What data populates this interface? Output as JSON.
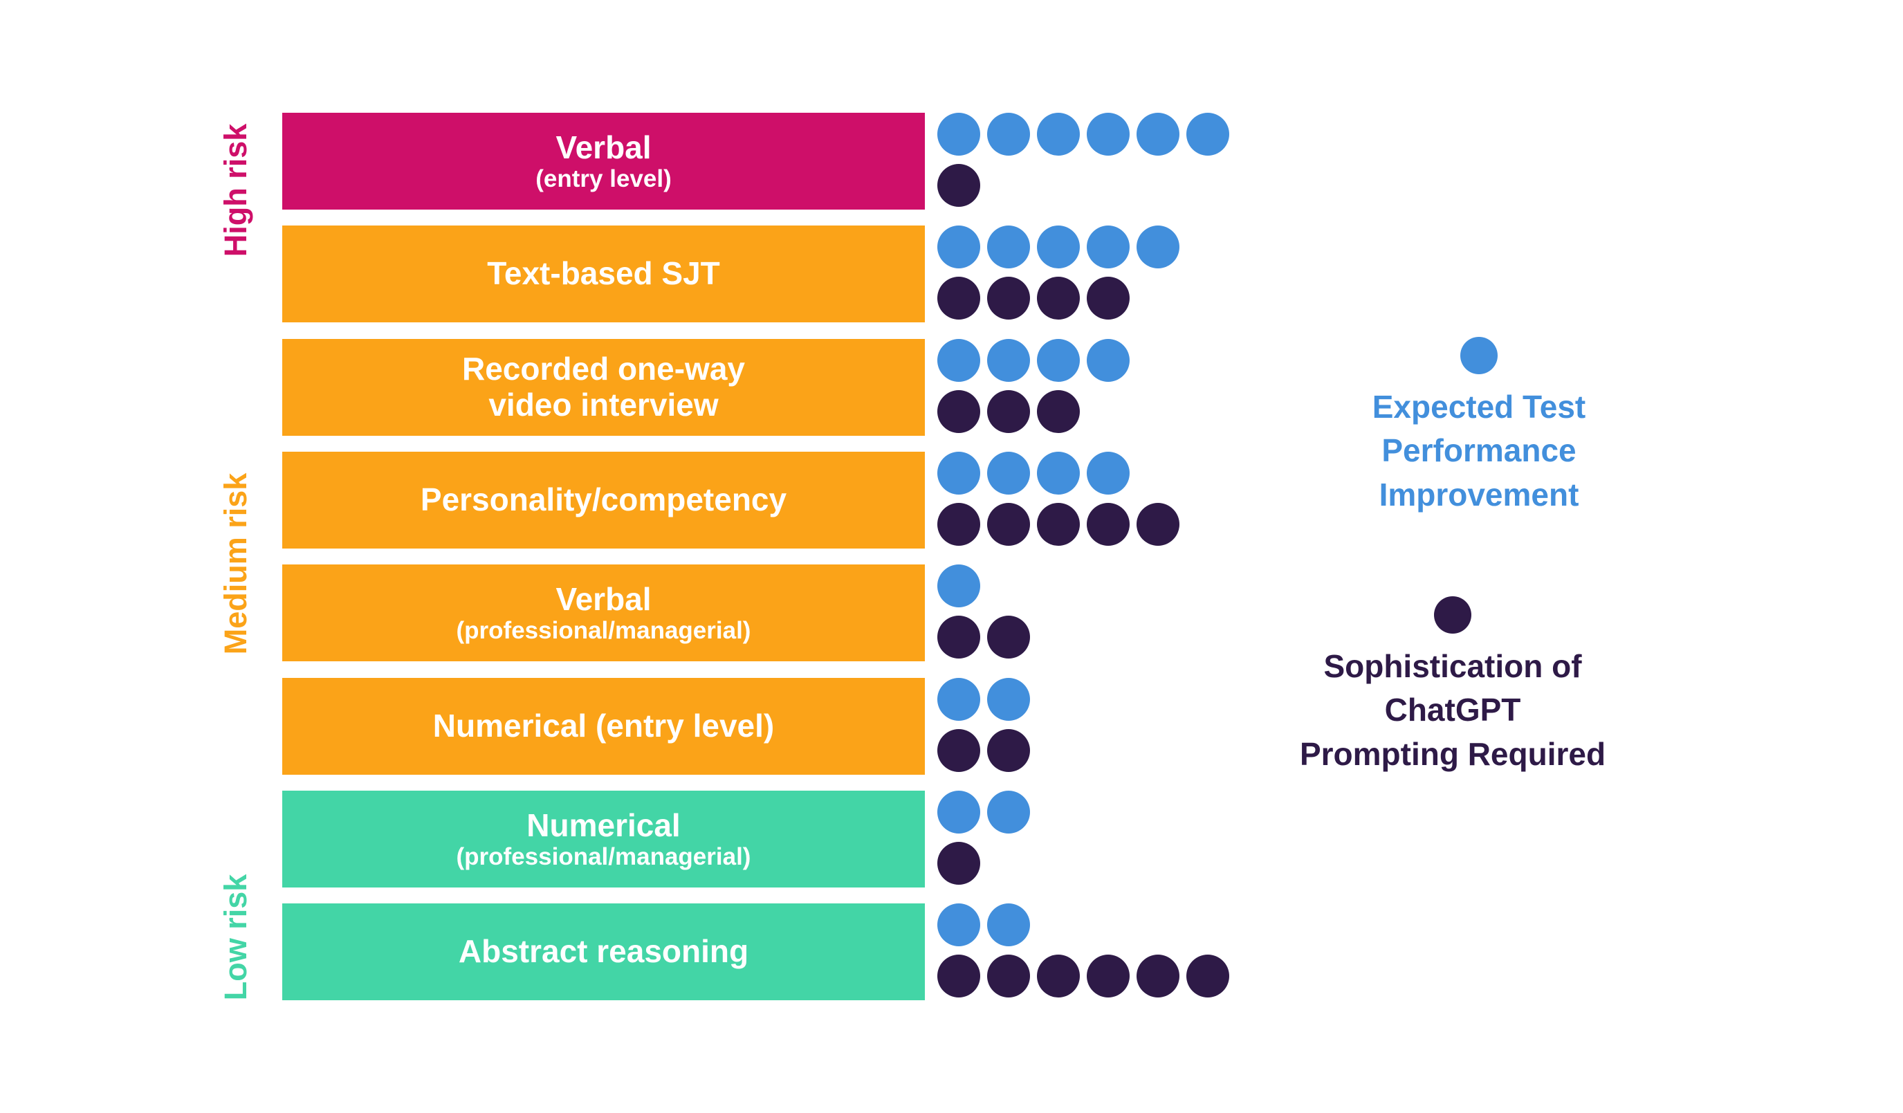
{
  "chart_data": {
    "type": "bar",
    "orientation": "horizontal",
    "title": "",
    "xlabel": "",
    "ylabel": "",
    "value_range": [
      0,
      6
    ],
    "grid": false,
    "legend_position": "right",
    "categories": [
      "Verbal (entry level)",
      "Text-based SJT",
      "Recorded one-way video interview",
      "Personality/competency",
      "Verbal (professional/managerial)",
      "Numerical (entry level)",
      "Numerical (professional/managerial)",
      "Abstract reasoning"
    ],
    "series": [
      {
        "name": "Expected Test Performance Improvement",
        "color": "#428FDC",
        "values": [
          6,
          5,
          4,
          4,
          1,
          2,
          2,
          2
        ]
      },
      {
        "name": "Sophistication of ChatGPT Prompting Required",
        "color": "#2E1A47",
        "values": [
          1,
          4,
          3,
          5,
          2,
          2,
          1,
          6
        ]
      }
    ],
    "risk_groups": [
      {
        "label": "High risk",
        "color": "#CE0F69",
        "categories": [
          "Verbal (entry level)"
        ]
      },
      {
        "label": "Medium risk",
        "color": "#FBA318",
        "categories": [
          "Text-based SJT",
          "Recorded one-way video interview",
          "Personality/competency",
          "Verbal (professional/managerial)",
          "Numerical (entry level)"
        ]
      },
      {
        "label": "Low risk",
        "color": "#43D5A6",
        "categories": [
          "Numerical (professional/managerial)",
          "Abstract reasoning"
        ]
      }
    ]
  },
  "display": {
    "rows": [
      {
        "bar_color": "#CE0F69",
        "lines": [
          {
            "text": "Verbal",
            "style": "main"
          },
          {
            "text": "(entry level)",
            "style": "sub"
          }
        ]
      },
      {
        "bar_color": "#FBA318",
        "lines": [
          {
            "text": "Text-based SJT",
            "style": "main"
          }
        ]
      },
      {
        "bar_color": "#FBA318",
        "lines": [
          {
            "text": "Recorded one-way",
            "style": "main"
          },
          {
            "text": "video interview",
            "style": "main"
          }
        ]
      },
      {
        "bar_color": "#FBA318",
        "lines": [
          {
            "text": "Personality/competency",
            "style": "main"
          }
        ]
      },
      {
        "bar_color": "#FBA318",
        "lines": [
          {
            "text": "Verbal",
            "style": "main"
          },
          {
            "text": "(professional/managerial)",
            "style": "sub"
          }
        ]
      },
      {
        "bar_color": "#FBA318",
        "lines": [
          {
            "text": "Numerical (entry level)",
            "style": "main"
          }
        ]
      },
      {
        "bar_color": "#43D5A6",
        "lines": [
          {
            "text": "Numerical",
            "style": "main"
          },
          {
            "text": "(professional/managerial)",
            "style": "sub"
          }
        ]
      },
      {
        "bar_color": "#43D5A6",
        "lines": [
          {
            "text": "Abstract reasoning",
            "style": "main"
          }
        ]
      }
    ],
    "risk_labels": [
      {
        "label": "High risk",
        "color": "#CE0F69"
      },
      {
        "label": "Medium risk",
        "color": "#FBA318"
      },
      {
        "label": "Low risk",
        "color": "#43D5A6"
      }
    ],
    "legend": [
      {
        "color": "#428FDC",
        "lines": [
          "Expected Test",
          "Performance",
          "Improvement"
        ]
      },
      {
        "color": "#2E1A47",
        "lines": [
          "Sophistication of",
          "ChatGPT",
          "Prompting Required"
        ]
      }
    ]
  }
}
